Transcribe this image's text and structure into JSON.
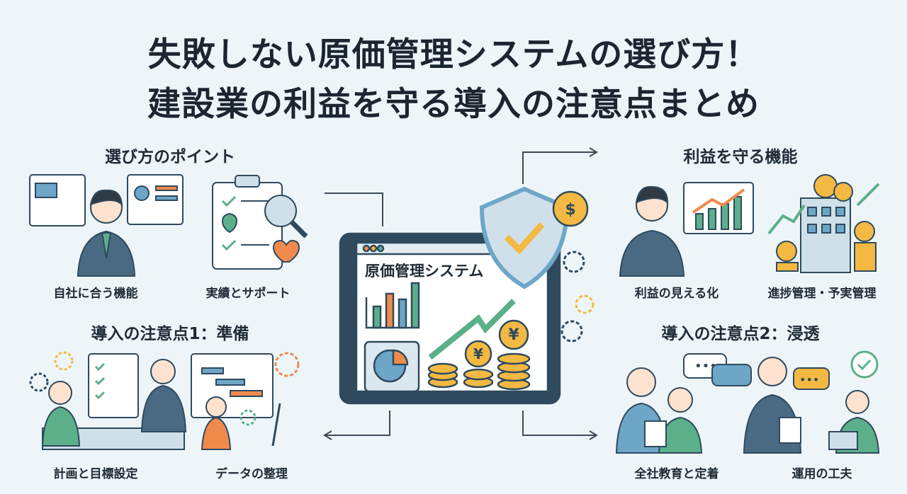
{
  "title": {
    "line1": "失敗しない原価管理システムの選び方！",
    "line2": "建設業の利益を守る導入の注意点まとめ"
  },
  "center": {
    "screen_title": "原価管理システム",
    "coin_symbol": "¥",
    "dollar_symbol": "$"
  },
  "sections": [
    {
      "heading": "選び方のポイント",
      "items": [
        "自社に合う機能",
        "実績とサポート"
      ]
    },
    {
      "heading": "利益を守る機能",
      "items": [
        "利益の見える化",
        "進捗管理・予実管理"
      ]
    },
    {
      "heading": "導入の注意点1：準備",
      "items": [
        "計画と目標設定",
        "データの整理"
      ]
    },
    {
      "heading": "導入の注意点2：浸透",
      "items": [
        "全社教育と定着",
        "運用の工夫"
      ]
    }
  ],
  "colors": {
    "background": "#eef5f9",
    "navy": "#2f4a5e",
    "blue": "#6ea6c8",
    "green": "#5bb08a",
    "orange": "#f08a4b",
    "gold": "#f4b942"
  }
}
